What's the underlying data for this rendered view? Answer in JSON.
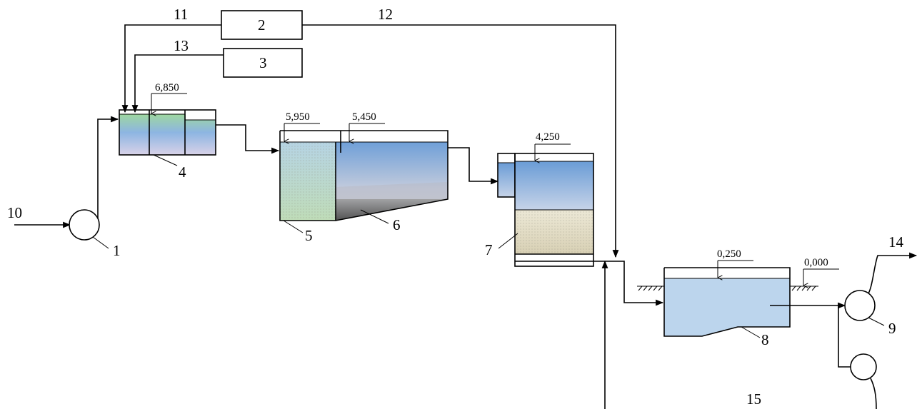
{
  "labels": {
    "pump_1": "1",
    "box_2": "2",
    "box_3": "3",
    "mixer_4": "4",
    "tank_5": "5",
    "tank_6": "6",
    "filter_7": "7",
    "tank_8": "8",
    "pump_9": "9",
    "line_10": "10",
    "line_11": "11",
    "line_12": "12",
    "line_13": "13",
    "line_14": "14",
    "line_15": "15"
  },
  "elevations": {
    "mixer": "6,850",
    "tank_5": "5,950",
    "tank_6": "5,450",
    "filter": "4,250",
    "tank_8_water": "0,250",
    "ground": "0,000"
  }
}
